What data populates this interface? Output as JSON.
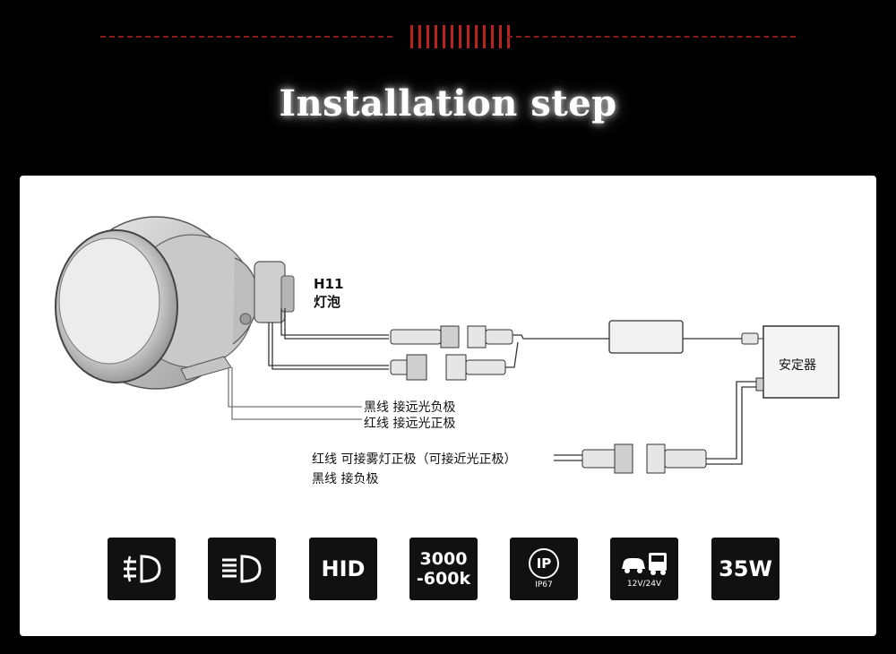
{
  "header": {
    "title": "Installation step"
  },
  "diagram": {
    "bulb_label_line1": "H11",
    "bulb_label_line2": "灯泡",
    "ballast_label": "安定器",
    "wire_label_1": "黑线 接远光负极",
    "wire_label_2": "红线 接远光正极",
    "wire_label_3": "红线 可接雾灯正极（可接近光正极）",
    "wire_label_4": "黑线 接负极"
  },
  "features": [
    {
      "id": "fog-light",
      "icon": "fog-light-icon"
    },
    {
      "id": "high-beam",
      "icon": "high-beam-icon"
    },
    {
      "id": "hid",
      "text": "HID"
    },
    {
      "id": "color-temp",
      "line1": "3000",
      "line2": "-600k"
    },
    {
      "id": "ip-rating",
      "main": "IP",
      "sub": "IP67"
    },
    {
      "id": "voltage",
      "icon": "car-bus-icon",
      "sub": "12V/24V"
    },
    {
      "id": "wattage",
      "text": "35W"
    }
  ]
}
